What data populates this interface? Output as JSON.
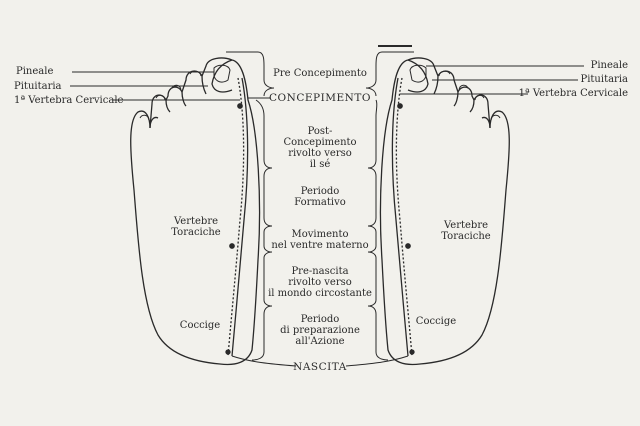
{
  "labels": {
    "left_pineale": "Pineale",
    "left_pituitaria": "Pituitaria",
    "left_vertebra": "1ª Vertebra Cervicale",
    "right_pineale": "Pineale",
    "right_pituitaria": "Pituitaria",
    "right_vertebra": "1ª Vertebra Cervicale",
    "left_toraciche": "Vertebre\nToraciche",
    "right_toraciche": "Vertebre\nToraciche",
    "left_coccige": "Coccige",
    "right_coccige": "Coccige"
  },
  "stages": {
    "pre_concepimento": "Pre Concepimento",
    "concepimento": "CONCEPIMENTO",
    "post_concepimento": "Post-\nConcepimento\nrivolto verso\nil sé",
    "periodo_formativo": "Periodo\nFormativo",
    "movimento": "Movimento\nnel ventre materno",
    "pre_nascita": "Pre-nascita\nrivolto verso\nil mondo circostante",
    "periodo_preparazione": "Periodo\ndi preparazione\nall'Azione",
    "nascita": "NASCITA"
  },
  "colors": {
    "background": "#f2f1ec",
    "ink": "#2a2a2a"
  }
}
